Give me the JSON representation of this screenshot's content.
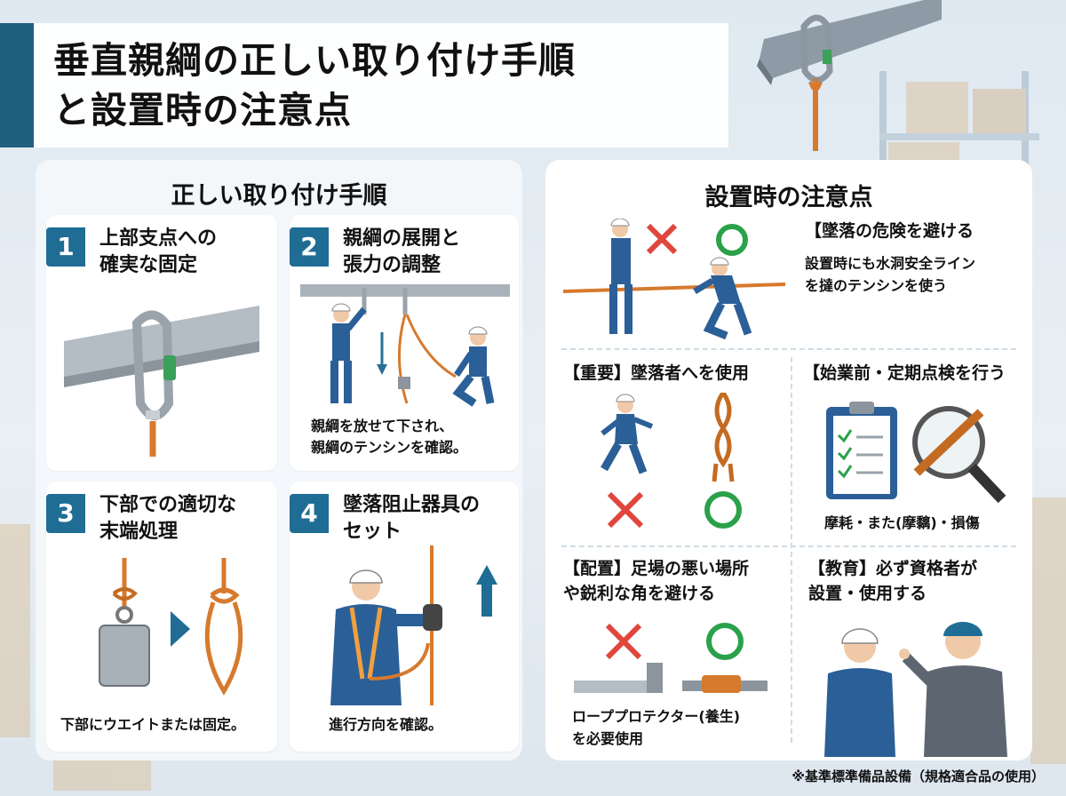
{
  "title": {
    "line1": "垂直親綱の正しい取り付け手順",
    "line2": "と設置時の注意点"
  },
  "procedure": {
    "heading": "正しい取り付け手順",
    "steps": [
      {
        "num": "1",
        "title_l1": "上部支点への",
        "title_l2": "確実な固定",
        "caption_l1": "",
        "caption_l2": ""
      },
      {
        "num": "2",
        "title_l1": "親綱の展開と",
        "title_l2": "張力の調整",
        "caption_l1": "親綱を放せて下され、",
        "caption_l2": "親綱のテンシンを確認。"
      },
      {
        "num": "3",
        "title_l1": "下部での適切な",
        "title_l2": "末端処理",
        "caption_l1": "下部にウエイトまたは固定。",
        "caption_l2": ""
      },
      {
        "num": "4",
        "title_l1": "墜落阻止器具の",
        "title_l2": "セット",
        "caption_l1": "進行方向を確認。",
        "caption_l2": ""
      }
    ]
  },
  "precautions": {
    "heading": "設置時の注意点",
    "fall": {
      "title": "【墜落の危険を避ける",
      "desc_l1": "設置時にも水洞安全ライン",
      "desc_l2": "を撻のテンシンを使う"
    },
    "important": {
      "title": "【重要】墜落者へを使用"
    },
    "inspection": {
      "title": "【始業前・定期点検を行う",
      "caption": "摩耗・また(摩黐)・損傷"
    },
    "placement": {
      "title_l1": "【配置】足場の悪い場所",
      "title_l2": "や鋭利な角を避ける",
      "caption_l1": "ローププロテクター(養生)",
      "caption_l2": "を必要使用"
    },
    "education": {
      "title_l1": "【教育】必ず資格者が",
      "title_l2": "設置・使用する"
    }
  },
  "footnote": "※基準標準備品設備（規格適合品の使用）",
  "colors": {
    "accent": "#1f6d94",
    "ng": "#e0463c",
    "ok": "#2aa14a",
    "rope": "#d67a2e",
    "worker": "#2b5f97"
  },
  "icons": [
    "carabiner-icon",
    "cross-mark-icon",
    "circle-mark-icon",
    "arrow-up-icon",
    "arrow-down-icon",
    "arrow-right-icon",
    "clipboard-icon",
    "magnifier-icon",
    "rope-knot-icon",
    "weight-icon",
    "worker-icon"
  ]
}
